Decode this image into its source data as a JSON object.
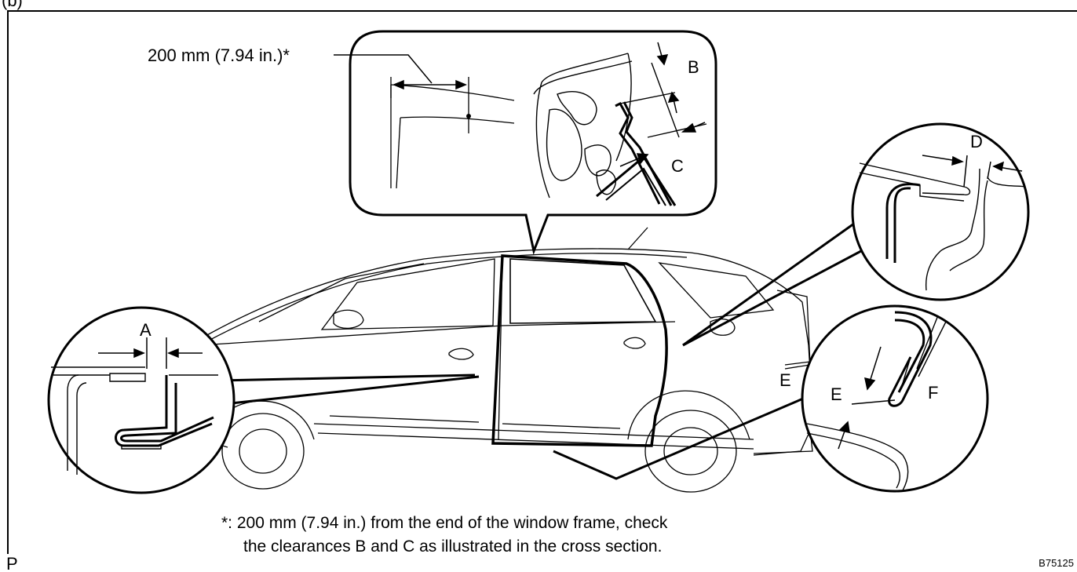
{
  "header": {
    "step_marker": "(b)"
  },
  "callouts": {
    "dimension_label": "200 mm (7.94 in.)*",
    "label_a": "A",
    "label_b": "B",
    "label_c": "C",
    "label_d": "D",
    "label_e_car": "E",
    "label_e": "E",
    "label_f": "F"
  },
  "note": {
    "line1": "*: 200 mm (7.94 in.) from the end of the window frame, check",
    "line2": "the clearances B and C as illustrated in the cross section."
  },
  "footer": {
    "left_marker": "P",
    "figure_id": "B75125"
  }
}
